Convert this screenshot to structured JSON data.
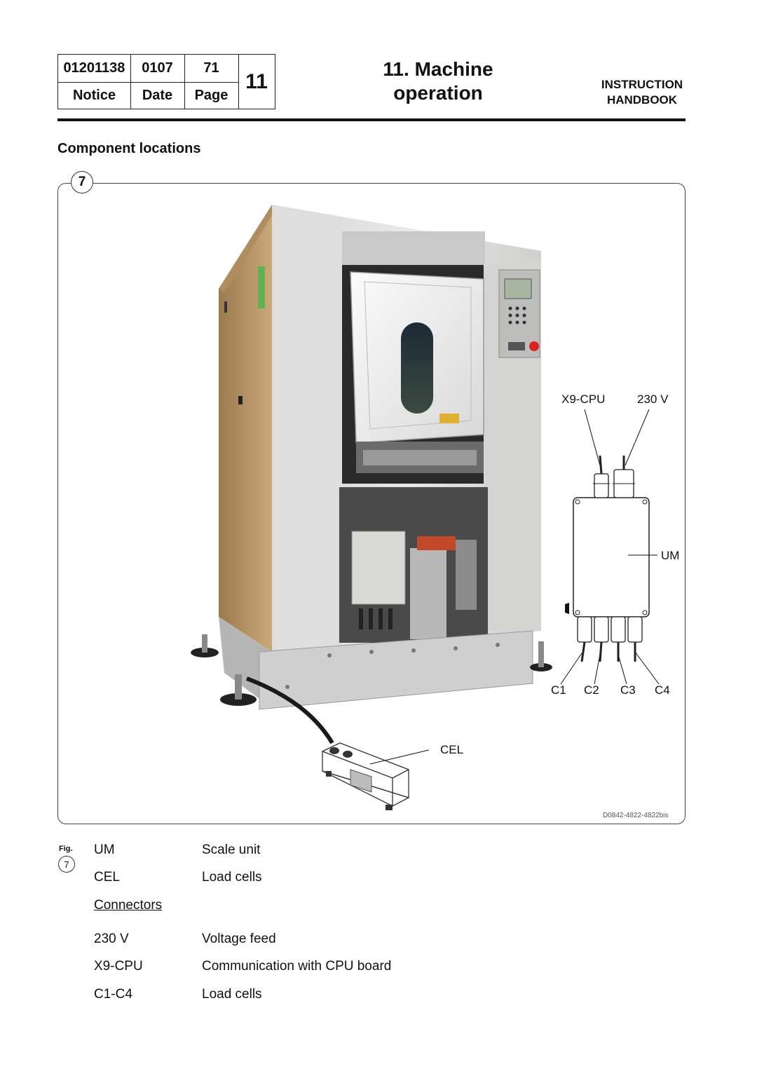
{
  "header": {
    "notice_number": "01201138",
    "date_value": "0107",
    "page_value": "71",
    "notice_label": "Notice",
    "date_label": "Date",
    "page_label": "Page",
    "chapter_number": "11",
    "chapter_title_line1": "11. Machine",
    "chapter_title_line2": "operation",
    "handbook_line1": "INSTRUCTION",
    "handbook_line2": "HANDBOOK"
  },
  "section_heading": "Component locations",
  "figure": {
    "number": "7",
    "reference": "D0842-4822-4822bis",
    "callouts": {
      "x9_cpu": "X9-CPU",
      "v230": "230 V",
      "um": "UM",
      "c1": "C1",
      "c2": "C2",
      "c3": "C3",
      "c4": "C4",
      "cel": "CEL"
    }
  },
  "legend": {
    "fig_label": "Fig.",
    "fig_number": "7",
    "items": [
      {
        "code": "UM",
        "description": "Scale unit"
      },
      {
        "code": "CEL",
        "description": "Load cells"
      }
    ],
    "subheading": "Connectors",
    "connectors": [
      {
        "code": "230 V",
        "description": "Voltage feed"
      },
      {
        "code": "X9-CPU",
        "description": "Communication with CPU board"
      },
      {
        "code": "C1-C4",
        "description": "Load cells"
      }
    ]
  }
}
